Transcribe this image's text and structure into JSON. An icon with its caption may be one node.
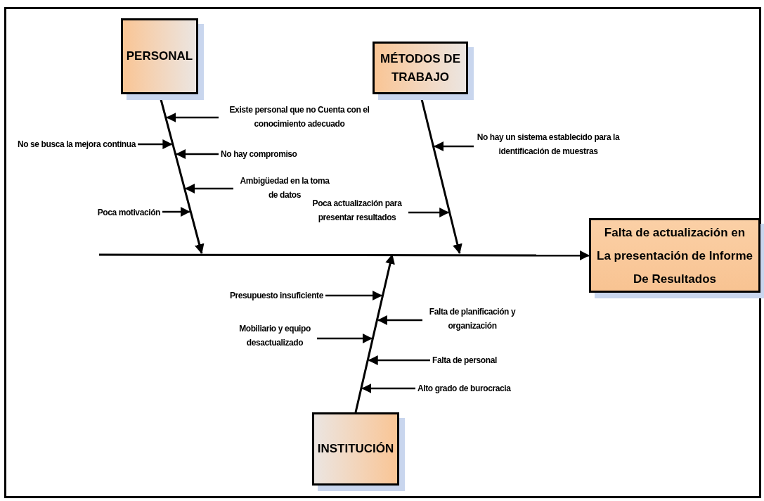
{
  "diagram": {
    "nodes": [
      {
        "text": [
          "PERSONAL"
        ]
      },
      {
        "text": [
          "MÉTODOS DE TRABAJO"
        ]
      },
      {
        "text": [
          "Falta de actualización en La presentación de Informe De Resultados"
        ]
      },
      {
        "text": [
          "INSTITUCIÓN"
        ]
      },
      {
        "text": [
          "Existe personal que no Cuenta con el conocimiento adecuado"
        ]
      },
      {
        "text": [
          "No se busca la mejora continua"
        ]
      },
      {
        "text": [
          "No hay compromiso"
        ]
      },
      {
        "text": [
          "Ambigüedad en la toma de datos"
        ]
      },
      {
        "text": [
          "Poca motivación"
        ]
      },
      {
        "text": [
          "No hay un sistema establecido para la identificación de muestras"
        ]
      },
      {
        "text": [
          "Poca actualización para presentar resultados"
        ]
      },
      {
        "text": [
          "Presupuesto insuficiente"
        ]
      },
      {
        "text": [
          "Falta de planificación y organización"
        ]
      },
      {
        "text": [
          "Mobiliario y equipo desactualizado"
        ]
      },
      {
        "text": [
          "Falta de personal"
        ]
      },
      {
        "text": [
          "Alto grado de burocracia"
        ]
      }
    ],
    "edges": [
      {
        "from": null,
        "to": 2,
        "arrow": "to"
      },
      {
        "from": 0,
        "to": null,
        "arrow": "to"
      },
      {
        "from": 1,
        "to": null,
        "arrow": "to"
      },
      {
        "from": 3,
        "to": null,
        "arrow": "to"
      },
      {
        "from": 4,
        "to": null,
        "arrow": "to"
      },
      {
        "from": 5,
        "to": null,
        "arrow": "to"
      },
      {
        "from": 6,
        "to": null,
        "arrow": "to"
      },
      {
        "from": 7,
        "to": null,
        "arrow": "to"
      },
      {
        "from": 8,
        "to": null,
        "arrow": "to"
      },
      {
        "from": 9,
        "to": null,
        "arrow": "to"
      },
      {
        "from": 10,
        "to": null,
        "arrow": "to"
      },
      {
        "from": 11,
        "to": null,
        "arrow": "to"
      },
      {
        "from": 12,
        "to": null,
        "arrow": "to"
      },
      {
        "from": 13,
        "to": null,
        "arrow": "to"
      },
      {
        "from": 14,
        "to": null,
        "arrow": "to"
      },
      {
        "from": 15,
        "to": null,
        "arrow": "to"
      }
    ]
  }
}
